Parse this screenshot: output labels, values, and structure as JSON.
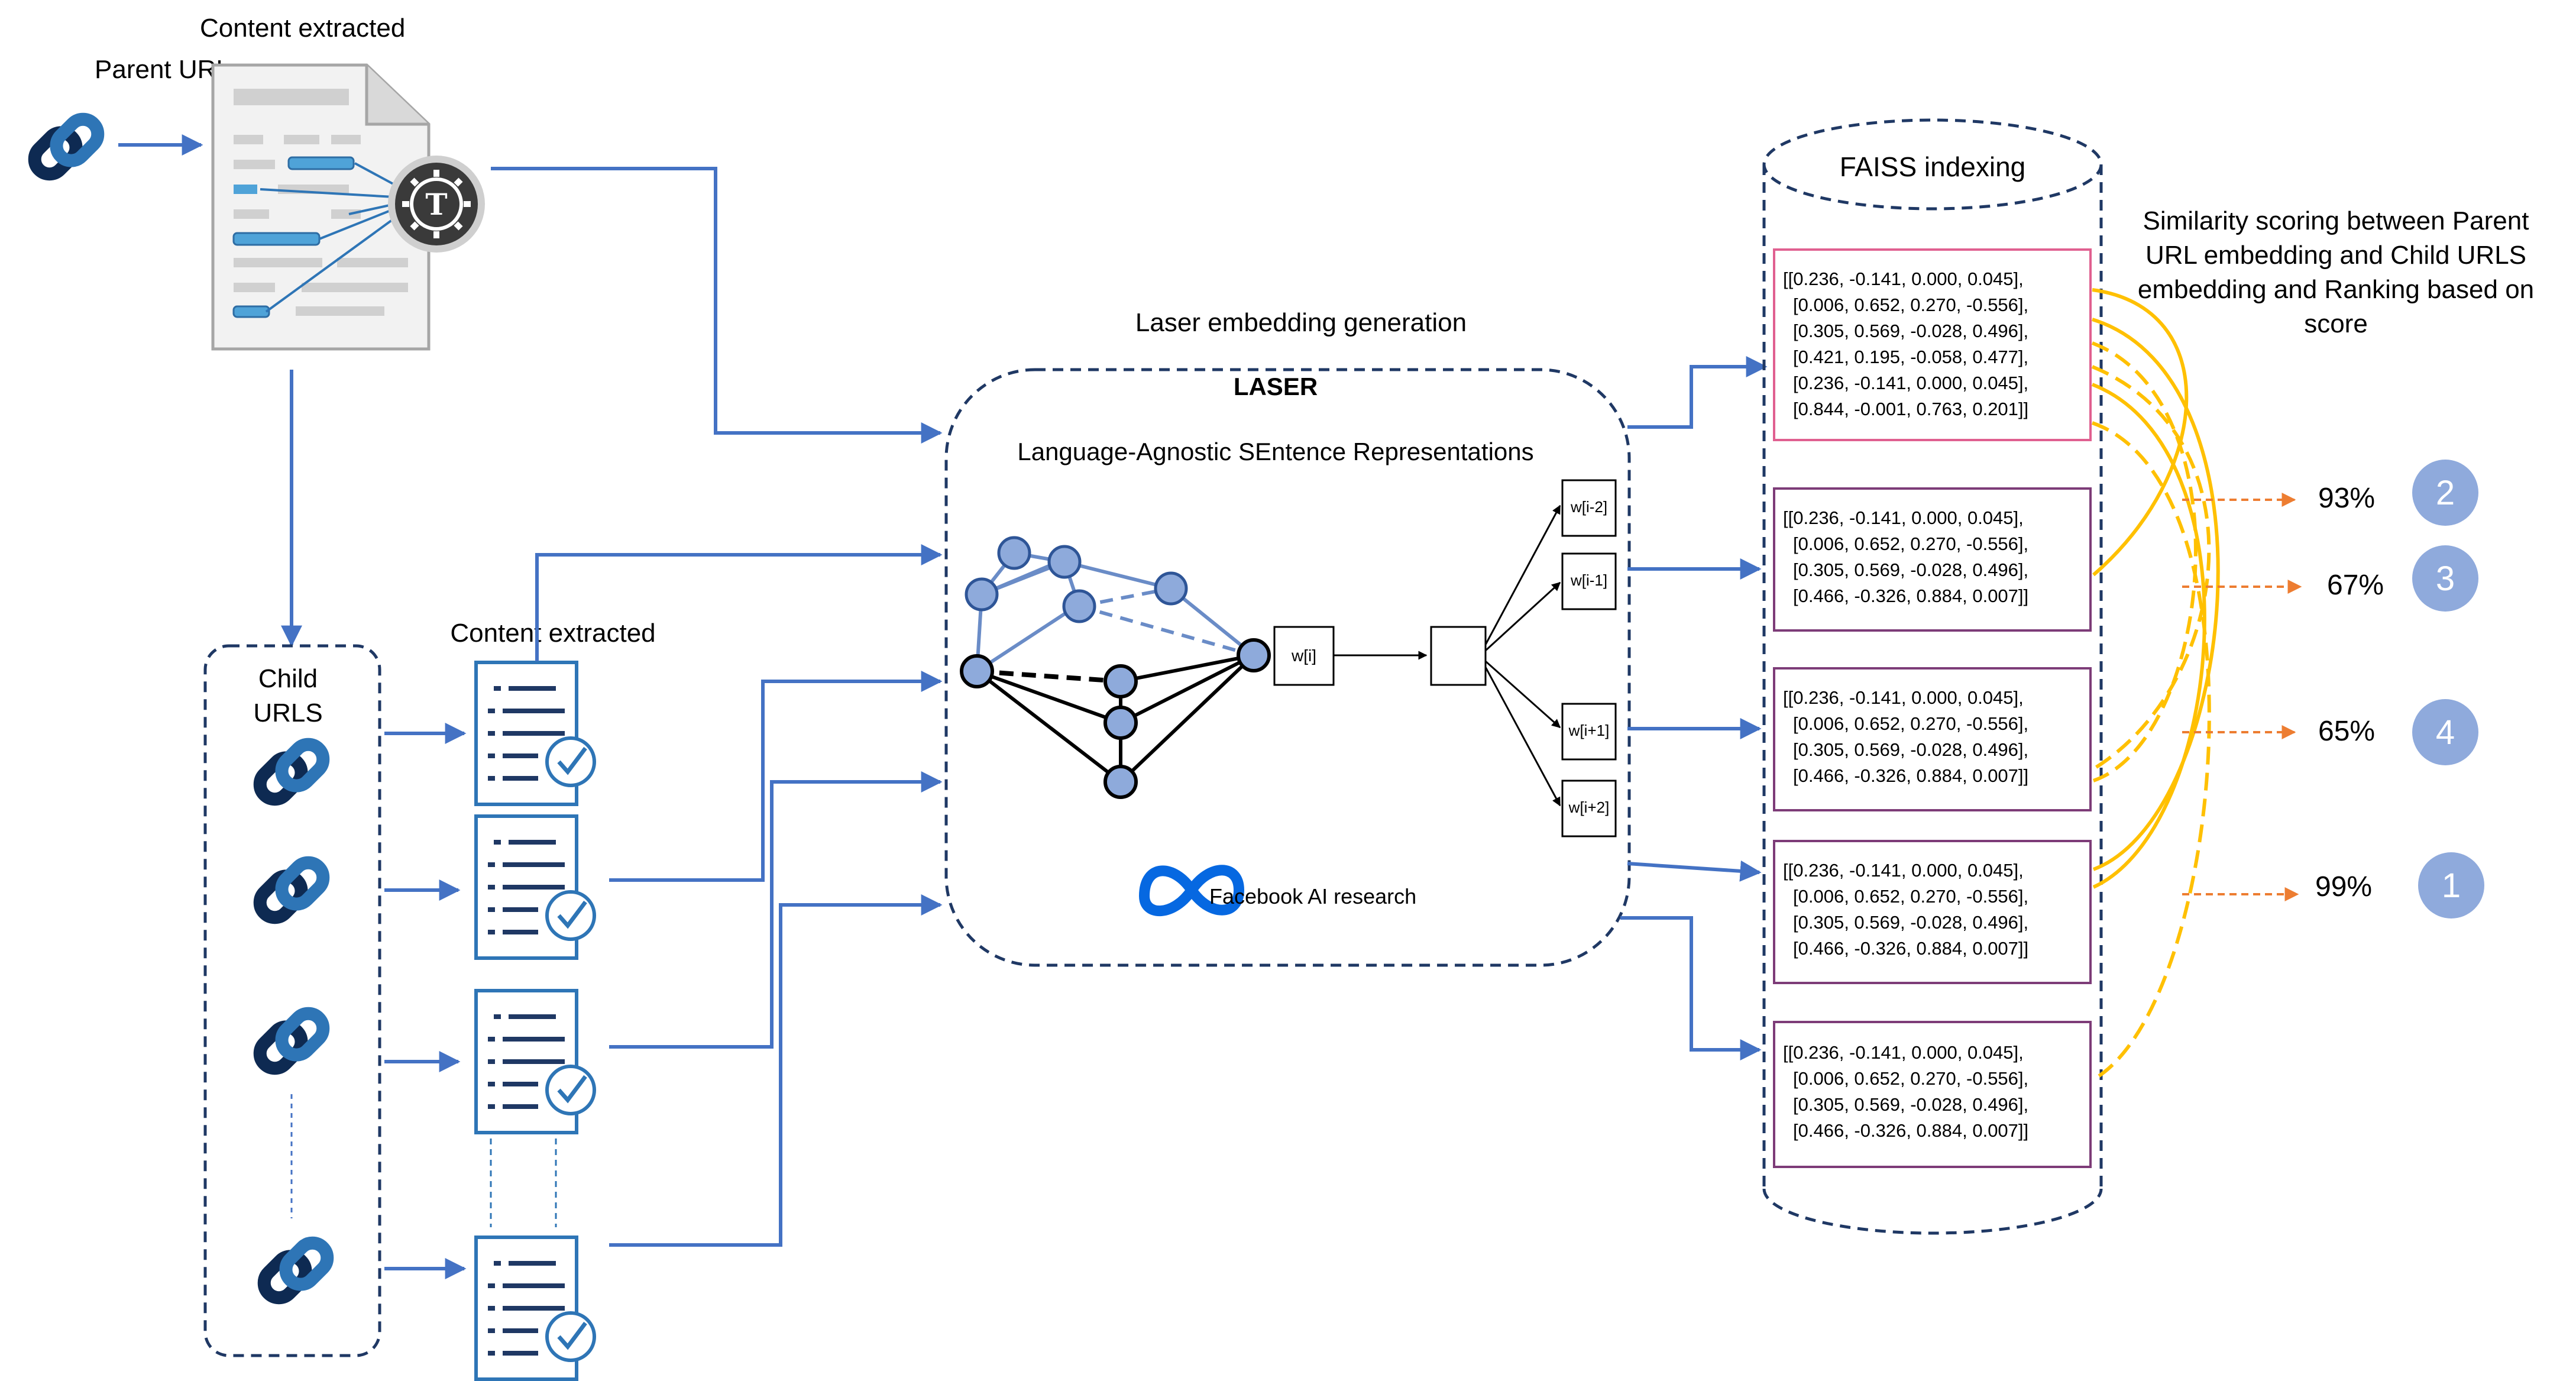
{
  "labels": {
    "parent_url": "Parent URL",
    "content_extracted_top": "Content extracted",
    "child_urls_line1": "Child",
    "child_urls_line2": "URLS",
    "content_extracted_mid": "Content extracted",
    "laser_section_title": "Laser embedding generation",
    "laser_title": "LASER",
    "laser_subtitle": "Language-Agnostic SEntence Representations",
    "facebook": "Facebook AI research",
    "faiss": "FAISS indexing",
    "similarity_line1": "Similarity scoring between Parent",
    "similarity_line2": "URL embedding and Child URLS",
    "similarity_line3": "embedding and Ranking based on",
    "similarity_line4": "score"
  },
  "word_nodes": {
    "center": "w[i]",
    "out1": "w[i-2]",
    "out2": "w[i-1]",
    "out3": "w[i+1]",
    "out4": "w[i+2]"
  },
  "embeddings": [
    {
      "rows": [
        "[[0.236, -0.141, 0.000, 0.045],",
        "[0.006, 0.652, 0.270, -0.556],",
        "[0.305, 0.569, -0.028, 0.496],",
        "[0.421, 0.195, -0.058, 0.477],",
        "[0.236, -0.141, 0.000, 0.045],",
        "[0.844, -0.001, 0.763, 0.201]]"
      ]
    },
    {
      "rows": [
        "[[0.236, -0.141, 0.000, 0.045],",
        "[0.006, 0.652, 0.270, -0.556],",
        "[0.305, 0.569, -0.028, 0.496],",
        "[0.466, -0.326, 0.884, 0.007]]"
      ]
    },
    {
      "rows": [
        "[[0.236, -0.141, 0.000, 0.045],",
        "[0.006, 0.652, 0.270, -0.556],",
        "[0.305, 0.569, -0.028, 0.496],",
        "[0.466, -0.326, 0.884, 0.007]]"
      ]
    },
    {
      "rows": [
        "[[0.236, -0.141, 0.000, 0.045],",
        "[0.006, 0.652, 0.270, -0.556],",
        "[0.305, 0.569, -0.028, 0.496],",
        "[0.466, -0.326, 0.884, 0.007]]"
      ]
    },
    {
      "rows": [
        "[[0.236, -0.141, 0.000, 0.045],",
        "[0.006, 0.652, 0.270, -0.556],",
        "[0.305, 0.569, -0.028, 0.496],",
        "[0.466, -0.326, 0.884, 0.007]]"
      ]
    }
  ],
  "scores": [
    {
      "percent": "93%",
      "rank": "2"
    },
    {
      "percent": "67%",
      "rank": "3"
    },
    {
      "percent": "65%",
      "rank": "4"
    },
    {
      "percent": "99%",
      "rank": "1"
    }
  ],
  "colors": {
    "flow_arrow": "#4472c4",
    "dashed_border": "#1f3864",
    "link_icon_dark": "#0e2a52",
    "link_icon_light": "#2e75b6",
    "similarity_curve": "#ffc000",
    "score_arrow": "#ed7d31",
    "rank_circle": "#8faadc",
    "parent_embedding_border": "#e06090",
    "child_embedding_border": "#7d3c78",
    "node_fill": "#8eaadb"
  },
  "icons": {
    "parent_link": "chain-link-icon",
    "child_link": "chain-link-icon",
    "parent_document": "text-document-icon",
    "child_document": "checked-document-icon",
    "meta_logo": "meta-logo-icon"
  }
}
